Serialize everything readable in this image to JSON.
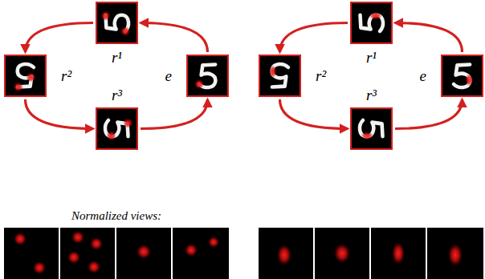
{
  "diagram": {
    "nodes": [
      {
        "text": [
          "r¹"
        ]
      },
      {
        "text": [
          "r²"
        ]
      },
      {
        "text": [
          "e"
        ]
      },
      {
        "text": [
          "r³"
        ]
      },
      {
        "text": [
          "r¹"
        ]
      },
      {
        "text": [
          "r²"
        ]
      },
      {
        "text": [
          "e"
        ]
      },
      {
        "text": [
          "r³"
        ]
      }
    ],
    "edges": [
      {
        "from": 0,
        "to": 1,
        "arrow": "to"
      },
      {
        "from": 1,
        "to": 3,
        "arrow": "to"
      },
      {
        "from": 3,
        "to": 2,
        "arrow": "to"
      },
      {
        "from": 2,
        "to": 0,
        "arrow": "to"
      },
      {
        "from": 4,
        "to": 5,
        "arrow": "to"
      },
      {
        "from": 5,
        "to": 7,
        "arrow": "to"
      },
      {
        "from": 7,
        "to": 6,
        "arrow": "to"
      },
      {
        "from": 6,
        "to": 4,
        "arrow": "to"
      }
    ],
    "labels": [
      "Normalized views:"
    ]
  }
}
